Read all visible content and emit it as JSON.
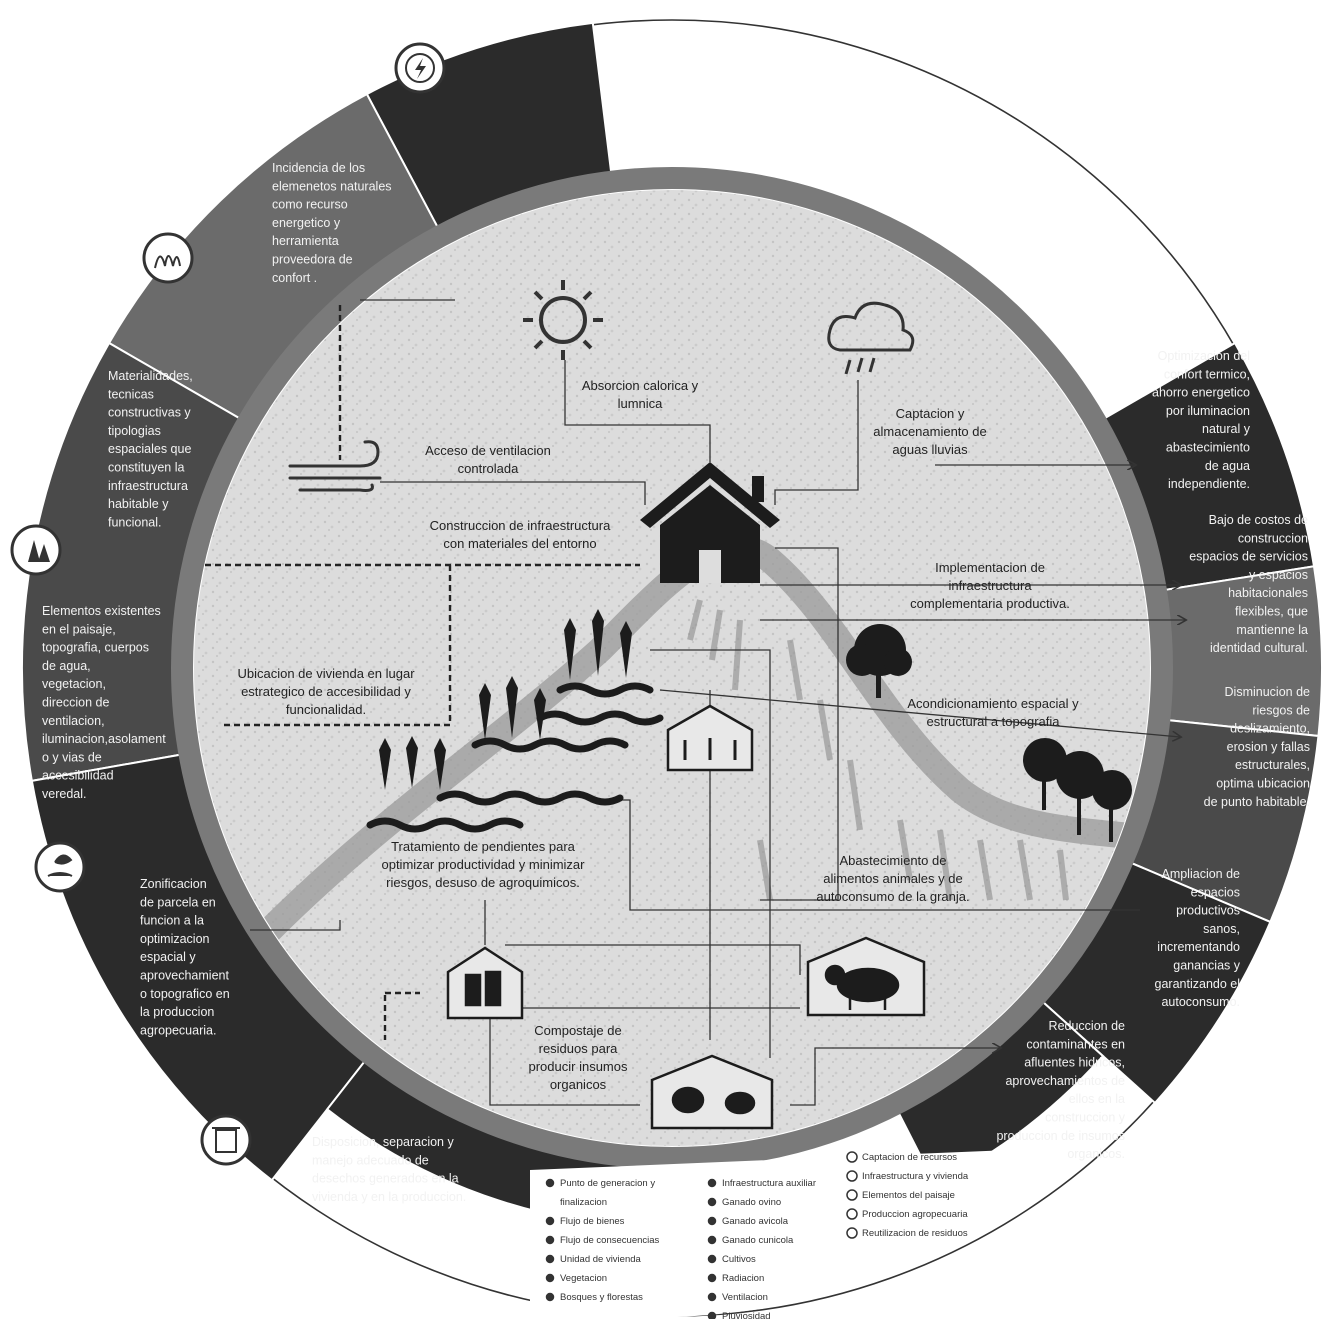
{
  "segments": {
    "energy": [
      "Incidencia de los",
      "elemenetos naturales",
      "como recurso",
      "energetico y",
      "herramienta",
      "proveedora de",
      "confort ."
    ],
    "materials": [
      "Materialidades,",
      "tecnicas",
      "constructivas y",
      "tipologias",
      "espaciales que",
      "constituyen la",
      "infraestructura",
      "habitable y",
      "funcional."
    ],
    "landscape": [
      "Elementos existentes",
      "en el  paisaje,",
      "topografia, cuerpos",
      "de agua,",
      "vegetacion,",
      "direccion de",
      "ventilacion,",
      "iluminacion,asolament",
      "o  y vias de",
      "accesibilidad",
      "veredal."
    ],
    "zoning": [
      "Zonificacion",
      "de  parcela en",
      "funcion a la",
      "optimizacion",
      "espacial y",
      "aprovechamient",
      "o topografico en",
      "la produccion",
      "agropecuaria."
    ],
    "waste": [
      "Disposicion, separacion y",
      "manejo adecuado de",
      "desechos generados en la",
      "vivienda y en la produccion."
    ],
    "thermal": [
      "Optimizacion del",
      "confort termico,",
      "ahorro energetico",
      "por iluminacion",
      "natural y",
      "abastecimiento",
      "de agua",
      "independiente."
    ],
    "costs": [
      "Bajo de costos de",
      "construccion",
      "espacios de servicios",
      "y espacios",
      "habitacionales",
      "flexibles, que",
      "mantienne la",
      "identidad cultural."
    ],
    "risks": [
      "Disminucion de",
      "riesgos de",
      "deslizamiento,",
      "erosion y fallas",
      "estructurales,",
      "optima ubicacion",
      "de punto habitable."
    ],
    "productive": [
      "Ampliacion de",
      "espacios",
      "productivos",
      "sanos,",
      "incrementando",
      "ganancias y",
      "garantizando el",
      "autoconsumo."
    ],
    "pollution": [
      "Reduccion de",
      "contaminantes en",
      "afluentes hidricos,",
      "aprovechamientos de",
      "ellos en la",
      "construccion y",
      "produccion de insumos",
      "organicos."
    ]
  },
  "labels": {
    "sun": [
      "Absorcion calorica y",
      "lumnica"
    ],
    "rain": [
      "Captacion y",
      "almacenamiento de",
      "aguas lluvias"
    ],
    "wind": [
      "Acceso de ventilacion",
      "controlada"
    ],
    "construction": [
      "Construccion de infraestructura",
      "con materiales del entorno"
    ],
    "complementary": [
      "Implementacion de",
      "infraestructura",
      "complementaria productiva."
    ],
    "location": [
      "Ubicacion de vivienda en lugar",
      "estrategico de accesibilidad y",
      "funcionalidad."
    ],
    "topography": [
      "Acondicionamiento espacial y",
      "estructural a topografia"
    ],
    "slopes": [
      "Tratamiento de pendientes para",
      "optimizar productividad y minimizar",
      "riesgos, desuso de agroquimicos."
    ],
    "feed": [
      "Abastecimiento de",
      "alimentos animales y de",
      "autoconsumo de la granja."
    ],
    "compost": [
      "Compostaje de",
      "residuos para",
      "producir insumos",
      "organicos"
    ]
  },
  "legend": {
    "col1": [
      {
        "icon": "dot",
        "text": "Punto de generacion y"
      },
      {
        "icon": "",
        "text": "finalizacion"
      },
      {
        "icon": "line",
        "text": "Flujo de bienes"
      },
      {
        "icon": "line",
        "text": "Flujo de consecuencias"
      },
      {
        "icon": "house",
        "text": "Unidad de vivienda"
      },
      {
        "icon": "tree",
        "text": "Vegetacion"
      },
      {
        "icon": "leaf",
        "text": "Bosques y florestas"
      }
    ],
    "col2": [
      {
        "icon": "frame",
        "text": "Infraestructura auxiliar"
      },
      {
        "icon": "cow",
        "text": "Ganado ovino"
      },
      {
        "icon": "bird",
        "text": "Ganado avicola"
      },
      {
        "icon": "rabbit",
        "text": "Ganado cunicola"
      },
      {
        "icon": "crop",
        "text": "Cultivos"
      },
      {
        "icon": "sun",
        "text": "Radiacion"
      },
      {
        "icon": "wind",
        "text": "Ventilacion"
      },
      {
        "icon": "cloud",
        "text": "Pluviosidad"
      }
    ],
    "col3": [
      {
        "icon": "circle",
        "text": "Captacion de recursos"
      },
      {
        "icon": "circle",
        "text": "Infraestructura y vivienda"
      },
      {
        "icon": "circle",
        "text": "Elementos del paisaje"
      },
      {
        "icon": "circle",
        "text": "Produccion agropecuaria"
      },
      {
        "icon": "circle",
        "text": "Reutilizacion de residuos"
      }
    ]
  },
  "colors": {
    "dark": "#2b2b2b",
    "mid": "#4a4a4a",
    "grey": "#6b6b6b",
    "light": "#d9d9d9"
  }
}
